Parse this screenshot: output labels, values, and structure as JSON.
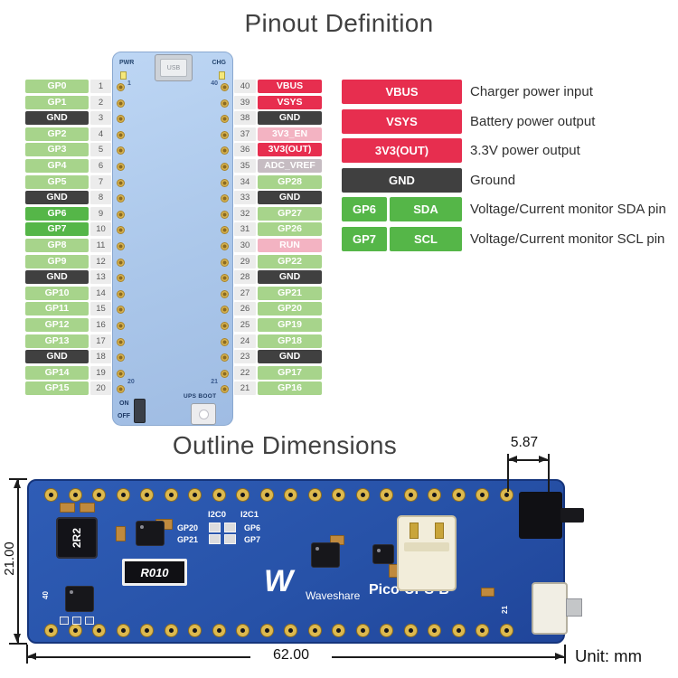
{
  "titles": {
    "pinout": "Pinout Definition",
    "outline": "Outline Dimensions",
    "unit": "Unit: mm"
  },
  "colors": {
    "gpio": "#a7d48b",
    "gpio_dark": "#55b648",
    "gnd": "#404040",
    "power": "#e72e4f",
    "control": "#f3b3c2",
    "adc": "#c6bcc2"
  },
  "icons": {
    "waveshare_logo": "W"
  },
  "pico": {
    "pwr": "PWR",
    "chg": "CHG",
    "usb": "USB",
    "on": "ON",
    "off": "OFF",
    "ups_boot": "UPS BOOT",
    "corner_top_left": "1",
    "corner_top_right": "40",
    "corner_bottom_left": "20",
    "corner_bottom_right": "21"
  },
  "left_pins": [
    {
      "num": "1",
      "label": "GP0",
      "type": "gpio"
    },
    {
      "num": "2",
      "label": "GP1",
      "type": "gpio"
    },
    {
      "num": "3",
      "label": "GND",
      "type": "gnd"
    },
    {
      "num": "4",
      "label": "GP2",
      "type": "gpio"
    },
    {
      "num": "5",
      "label": "GP3",
      "type": "gpio"
    },
    {
      "num": "6",
      "label": "GP4",
      "type": "gpio"
    },
    {
      "num": "7",
      "label": "GP5",
      "type": "gpio"
    },
    {
      "num": "8",
      "label": "GND",
      "type": "gnd"
    },
    {
      "num": "9",
      "label": "GP6",
      "type": "gpio_dark"
    },
    {
      "num": "10",
      "label": "GP7",
      "type": "gpio_dark"
    },
    {
      "num": "11",
      "label": "GP8",
      "type": "gpio"
    },
    {
      "num": "12",
      "label": "GP9",
      "type": "gpio"
    },
    {
      "num": "13",
      "label": "GND",
      "type": "gnd"
    },
    {
      "num": "14",
      "label": "GP10",
      "type": "gpio"
    },
    {
      "num": "15",
      "label": "GP11",
      "type": "gpio"
    },
    {
      "num": "16",
      "label": "GP12",
      "type": "gpio"
    },
    {
      "num": "17",
      "label": "GP13",
      "type": "gpio"
    },
    {
      "num": "18",
      "label": "GND",
      "type": "gnd"
    },
    {
      "num": "19",
      "label": "GP14",
      "type": "gpio"
    },
    {
      "num": "20",
      "label": "GP15",
      "type": "gpio"
    }
  ],
  "right_pins": [
    {
      "num": "40",
      "label": "VBUS",
      "type": "power"
    },
    {
      "num": "39",
      "label": "VSYS",
      "type": "power"
    },
    {
      "num": "38",
      "label": "GND",
      "type": "gnd"
    },
    {
      "num": "37",
      "label": "3V3_EN",
      "type": "control"
    },
    {
      "num": "36",
      "label": "3V3(OUT)",
      "type": "power"
    },
    {
      "num": "35",
      "label": "ADC_VREF",
      "type": "adc"
    },
    {
      "num": "34",
      "label": "GP28",
      "type": "gpio"
    },
    {
      "num": "33",
      "label": "GND",
      "type": "gnd"
    },
    {
      "num": "32",
      "label": "GP27",
      "type": "gpio"
    },
    {
      "num": "31",
      "label": "GP26",
      "type": "gpio"
    },
    {
      "num": "30",
      "label": "RUN",
      "type": "control"
    },
    {
      "num": "29",
      "label": "GP22",
      "type": "gpio"
    },
    {
      "num": "28",
      "label": "GND",
      "type": "gnd"
    },
    {
      "num": "27",
      "label": "GP21",
      "type": "gpio"
    },
    {
      "num": "26",
      "label": "GP20",
      "type": "gpio"
    },
    {
      "num": "25",
      "label": "GP19",
      "type": "gpio"
    },
    {
      "num": "24",
      "label": "GP18",
      "type": "gpio"
    },
    {
      "num": "23",
      "label": "GND",
      "type": "gnd"
    },
    {
      "num": "22",
      "label": "GP17",
      "type": "gpio"
    },
    {
      "num": "21",
      "label": "GP16",
      "type": "gpio"
    }
  ],
  "legend": [
    {
      "labels": [
        "VBUS"
      ],
      "type": "power",
      "desc": "Charger power input"
    },
    {
      "labels": [
        "VSYS"
      ],
      "type": "power",
      "desc": "Battery power output"
    },
    {
      "labels": [
        "3V3(OUT)"
      ],
      "type": "power",
      "desc": "3.3V power output"
    },
    {
      "labels": [
        "GND"
      ],
      "type": "gnd",
      "desc": "Ground"
    },
    {
      "labels": [
        "GP6",
        "SDA"
      ],
      "type": "gpio_dark",
      "desc": "Voltage/Current monitor SDA pin"
    },
    {
      "labels": [
        "GP7",
        "SCL"
      ],
      "type": "gpio_dark",
      "desc": "Voltage/Current monitor SCL pin"
    }
  ],
  "outline": {
    "width_mm": "62.00",
    "height_mm": "21.00",
    "switch_mm": "5.87",
    "silk": {
      "i2c0": "I2C0",
      "i2c1": "I2C1",
      "j1_left": "GP20",
      "j1_right": "GP6",
      "j2_left": "GP21",
      "j2_right": "GP7",
      "inductor": "2R2",
      "shunt": "R010",
      "brand": "Waveshare",
      "model": "Pico-UPS-B",
      "pin40": "40",
      "pin21": "21"
    }
  }
}
